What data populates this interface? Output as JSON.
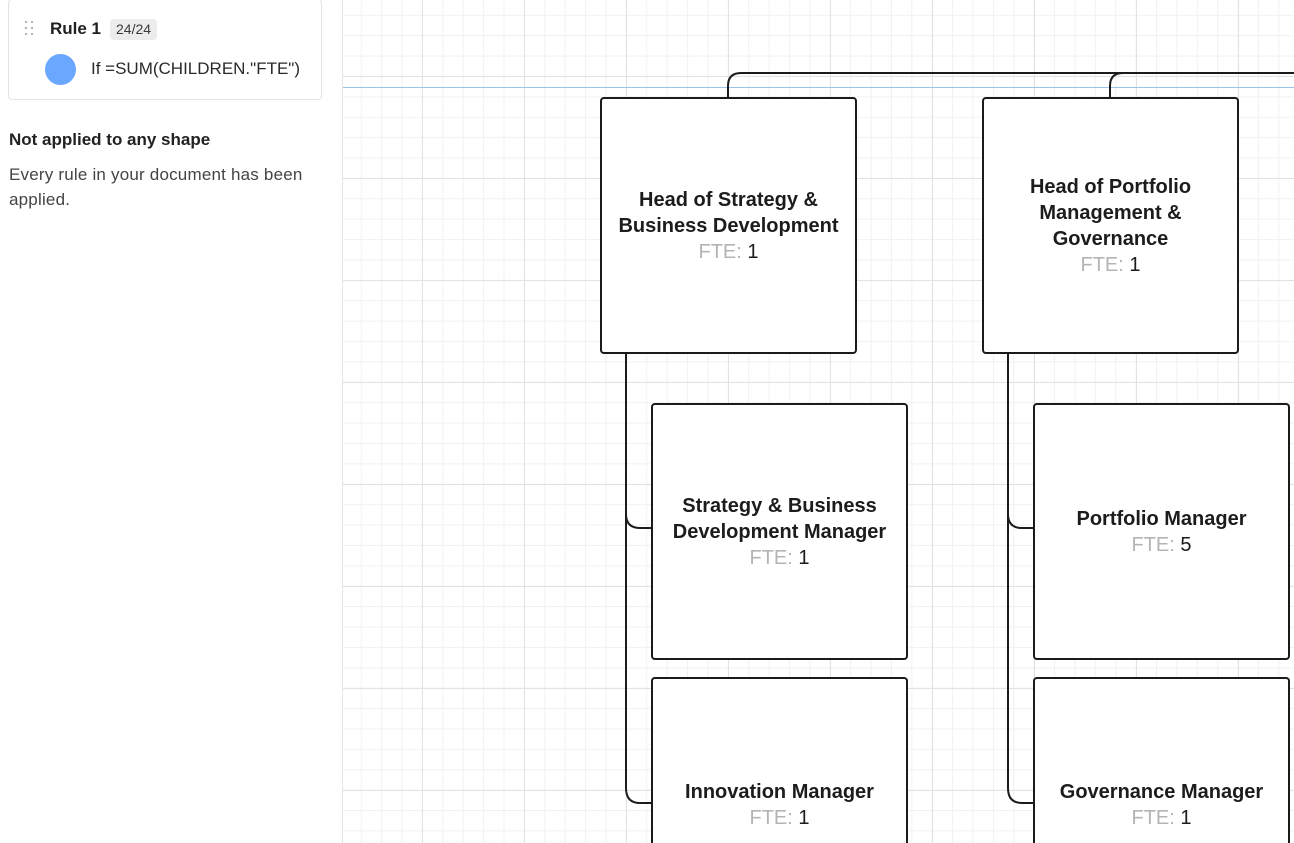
{
  "rules_panel": {
    "rule": {
      "title": "Rule 1",
      "count": "24/24",
      "color": "#6aa7ff",
      "condition": "If =SUM(CHILDREN.\"FTE\")"
    },
    "not_applied": {
      "title": "Not applied to any shape",
      "description": "Every rule in your document has been applied."
    }
  },
  "canvas": {
    "nodes": [
      {
        "title": "Head of Strategy & Business Development",
        "fte_label": "FTE:",
        "fte_value": "1"
      },
      {
        "title": "Head of Portfolio Management & Governance",
        "fte_label": "FTE:",
        "fte_value": "1"
      },
      {
        "title": "Strategy & Business Development Manager",
        "fte_label": "FTE:",
        "fte_value": "1"
      },
      {
        "title": "Portfolio Manager",
        "fte_label": "FTE:",
        "fte_value": "5"
      },
      {
        "title": "Innovation Manager",
        "fte_label": "FTE:",
        "fte_value": "1"
      },
      {
        "title": "Governance Manager",
        "fte_label": "FTE:",
        "fte_value": "1"
      }
    ]
  }
}
